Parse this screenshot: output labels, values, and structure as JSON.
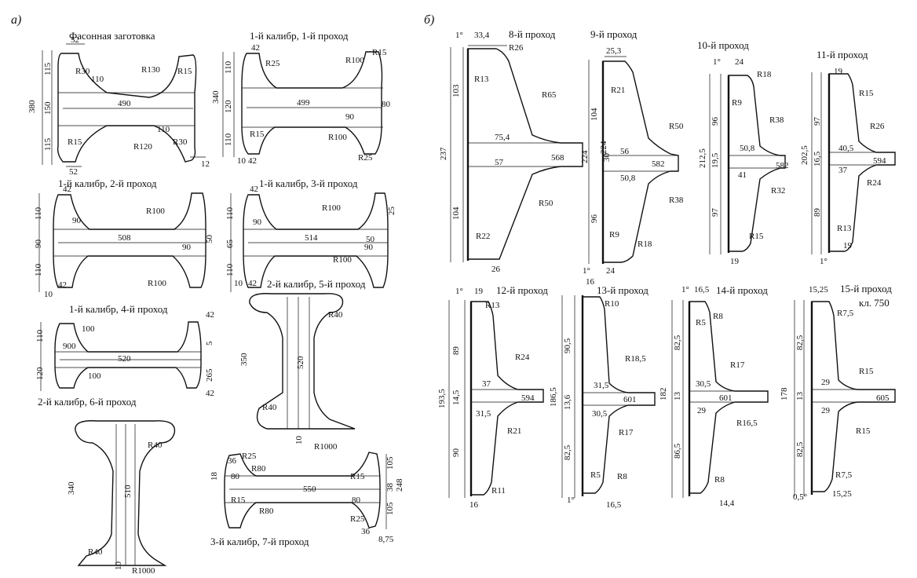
{
  "panel_a": {
    "letter": "а)",
    "titles": {
      "blank": "Фасонная заготовка",
      "p1": "1-й калибр, 1-й проход",
      "p2": "1-й калибр, 2-й проход",
      "p3": "1-й калибр, 3-й проход",
      "p4": "1-й калибр, 4-й проход",
      "p5": "2-й калибр, 5-й проход",
      "p6": "2-й калибр, 6-й проход",
      "p7": "3-й калибр, 7-й проход"
    },
    "blank": {
      "w": "490",
      "h": "380",
      "f1": "115",
      "f2": "115",
      "web": "150",
      "t": "110",
      "t2": "110",
      "tl": "52",
      "bl": "52",
      "r1": "R30",
      "r2": "R130",
      "r3": "R15",
      "r4": "R15",
      "r5": "R120",
      "r6": "R30",
      "e": "12"
    },
    "p1": {
      "w": "499",
      "h": "340",
      "f1": "110",
      "web": "120",
      "f2": "110",
      "t": "42",
      "bl": "42",
      "b": "10",
      "r1": "R25",
      "r2": "R100",
      "r3": "R15",
      "r4": "R15",
      "r5": "R100",
      "r6": "R25",
      "w2": "80",
      "t2": "90"
    },
    "p2": {
      "w": "508",
      "f1": "110",
      "web": "90",
      "f2": "110",
      "t": "42",
      "bl": "42",
      "b": "10",
      "a1": "90",
      "r1": "R100",
      "r2": "R100",
      "t2": "90",
      "e": "50"
    },
    "p3": {
      "w": "514",
      "f1": "110",
      "web": "65",
      "f2": "110",
      "t": "42",
      "bl": "42",
      "b": "10",
      "a1": "90",
      "r1": "R100",
      "r2": "R100",
      "t2": "90",
      "e": "50",
      "s": "25"
    },
    "p4": {
      "w": "520",
      "f1": "110",
      "f2": "120",
      "a1": "100",
      "a2": "900",
      "a3": "100",
      "t": "42",
      "bl": "42",
      "e1": "5",
      "e2": "265"
    },
    "p5": {
      "h": "350",
      "w": "520",
      "r1": "R40",
      "r2": "R40",
      "b": "10",
      "r3": "R1000"
    },
    "p6": {
      "h": "340",
      "w": "510",
      "r1": "R40",
      "r2": "R40",
      "b": "10",
      "r3": "R1000"
    },
    "p7": {
      "w": "550",
      "h": "248",
      "a1": "36",
      "a2": "80",
      "a3": "80",
      "r1": "R25",
      "r2": "R80",
      "r3": "R15",
      "r4": "R80",
      "r5": "R15",
      "r6": "R25",
      "f1": "105",
      "f2": "105",
      "web": "38",
      "b": "36",
      "e": "8,75",
      "l": "18"
    }
  },
  "panel_b": {
    "letter": "б)",
    "titles": {
      "p8": "8-й проход",
      "p9": "9-й проход",
      "p10": "10-й проход",
      "p11": "11-й проход",
      "p12": "12-й проход",
      "p13": "13-й проход",
      "p14": "14-й проход",
      "p15": "15-й проход",
      "kl": "кл. 750"
    },
    "p8": {
      "deg": "1°",
      "t": "33,4",
      "r1": "R26",
      "r2": "R13",
      "h1": "103",
      "h2": "104",
      "H": "237",
      "r3": "R65",
      "x1": "75,4",
      "x2": "57",
      "w": "568",
      "web": "224",
      "r4": "R50",
      "r5": "R22",
      "b": "26"
    },
    "p9": {
      "t": "25,3",
      "r1": "R21",
      "h1": "104",
      "h2": "96",
      "web": "30",
      "r2": "R50",
      "x1": "56",
      "x2": "50,8",
      "w": "582",
      "h": "224",
      "r3": "R38",
      "r4": "R9",
      "r5": "R18",
      "deg": "1°",
      "b": "24"
    },
    "p10": {
      "deg": "1°",
      "t": "24",
      "r1": "R18",
      "r2": "R9",
      "h1": "96",
      "H": "212,5",
      "m": "19,5",
      "h2": "97",
      "r3": "R38",
      "x1": "50,8",
      "x2": "41",
      "w": "582",
      "r4": "R32",
      "r5": "R15",
      "b": "19"
    },
    "p11": {
      "t": "19",
      "r1": "R15",
      "h1": "97",
      "H": "202,5",
      "m": "16,5",
      "h2": "89",
      "r2": "R26",
      "x1": "40,5",
      "x2": "37",
      "w": "594",
      "r3": "R24",
      "r4": "R13",
      "b": "19",
      "deg": "1°"
    },
    "p12": {
      "deg": "1°",
      "t": "19",
      "r1": "R13",
      "h1": "89",
      "H": "193,5",
      "m": "14,5",
      "h2": "90",
      "r2": "R24",
      "x1": "37",
      "x2": "31,5",
      "w": "594",
      "r3": "R21",
      "r4": "R11",
      "b": "16"
    },
    "p13": {
      "t": "16",
      "r1": "R10",
      "h1": "90,5",
      "H": "186,5",
      "m": "13,6",
      "h2": "82,5",
      "r2": "R18,5",
      "x1": "31,5",
      "x2": "30,5",
      "w": "601",
      "r3": "R17",
      "r4": "R5",
      "r5": "R8",
      "deg": "1°",
      "b": "16,5"
    },
    "p14": {
      "deg": "1°",
      "t": "16,5",
      "r1": "R5",
      "r2": "R8",
      "h1": "82,5",
      "H": "182",
      "m": "13",
      "h2": "86,5",
      "r3": "R17",
      "x1": "30,5",
      "x2": "29",
      "w": "601",
      "r4": "R16,5",
      "r5": "R8",
      "b": "14,4"
    },
    "p15": {
      "t": "15,25",
      "r1": "R7,5",
      "h1": "82,5",
      "H": "178",
      "m": "13",
      "h2": "82,5",
      "r2": "R15",
      "x1": "29",
      "x2": "29",
      "w": "605",
      "r3": "R15",
      "r4": "R7,5",
      "b": "15,25",
      "deg": "0,5°"
    }
  }
}
